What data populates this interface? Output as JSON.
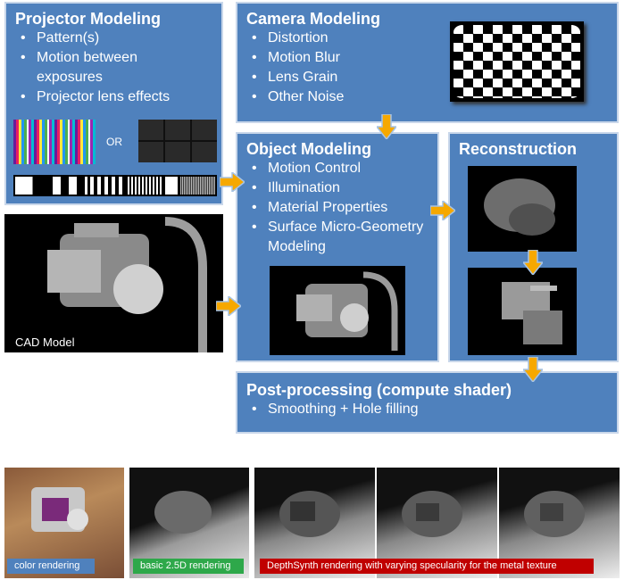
{
  "projector": {
    "title": "Projector  Modeling",
    "items": [
      "Pattern(s)",
      "Motion between exposures",
      "Projector lens effects"
    ],
    "or_label": "OR"
  },
  "camera": {
    "title": "Camera Modeling",
    "items": [
      "Distortion",
      "Motion Blur",
      "Lens Grain",
      "Other Noise"
    ]
  },
  "object": {
    "title": "Object Modeling",
    "items": [
      "Motion Control",
      "Illumination",
      "Material Properties",
      "Surface Micro-Geometry Modeling"
    ]
  },
  "reconstruction": {
    "title": "Reconstruction"
  },
  "cad": {
    "label": "CAD Model"
  },
  "post": {
    "title": "Post-processing  (compute shader)",
    "items": [
      "Smoothing + Hole filling"
    ]
  },
  "captions": {
    "color": "color rendering",
    "basic": "basic 2.5D rendering",
    "depthsynth": "DepthSynth  rendering with varying specularity for the metal texture"
  },
  "colors": {
    "box": "#4f81bd",
    "arrow": "#f6a800",
    "caption_blue": "#4f81bd",
    "caption_green": "#2ea84a",
    "caption_red": "#c00000"
  }
}
